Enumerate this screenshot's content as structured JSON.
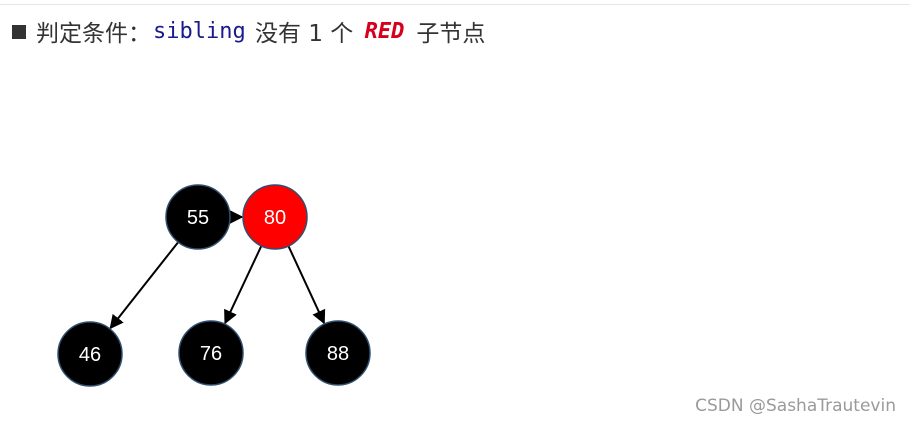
{
  "heading": {
    "prefix": "判定条件：",
    "code_word": "sibling",
    "middle": " 没有 1 个 ",
    "red_word": "RED",
    "suffix": "子节点"
  },
  "tree": {
    "nodes": [
      {
        "id": "n55",
        "label": "55",
        "color": "black"
      },
      {
        "id": "n80",
        "label": "80",
        "color": "red"
      },
      {
        "id": "n46",
        "label": "46",
        "color": "black"
      },
      {
        "id": "n76",
        "label": "76",
        "color": "black"
      },
      {
        "id": "n88",
        "label": "88",
        "color": "black"
      }
    ],
    "edges": [
      {
        "from": "n55",
        "to": "n80"
      },
      {
        "from": "n55",
        "to": "n46"
      },
      {
        "from": "n80",
        "to": "n76"
      },
      {
        "from": "n80",
        "to": "n88"
      }
    ]
  },
  "colors": {
    "black_node": "#000000",
    "red_node": "#ff0000",
    "node_stroke": "#2f4f6f",
    "edge": "#000000"
  },
  "watermark": "CSDN @SashaTrautevin"
}
